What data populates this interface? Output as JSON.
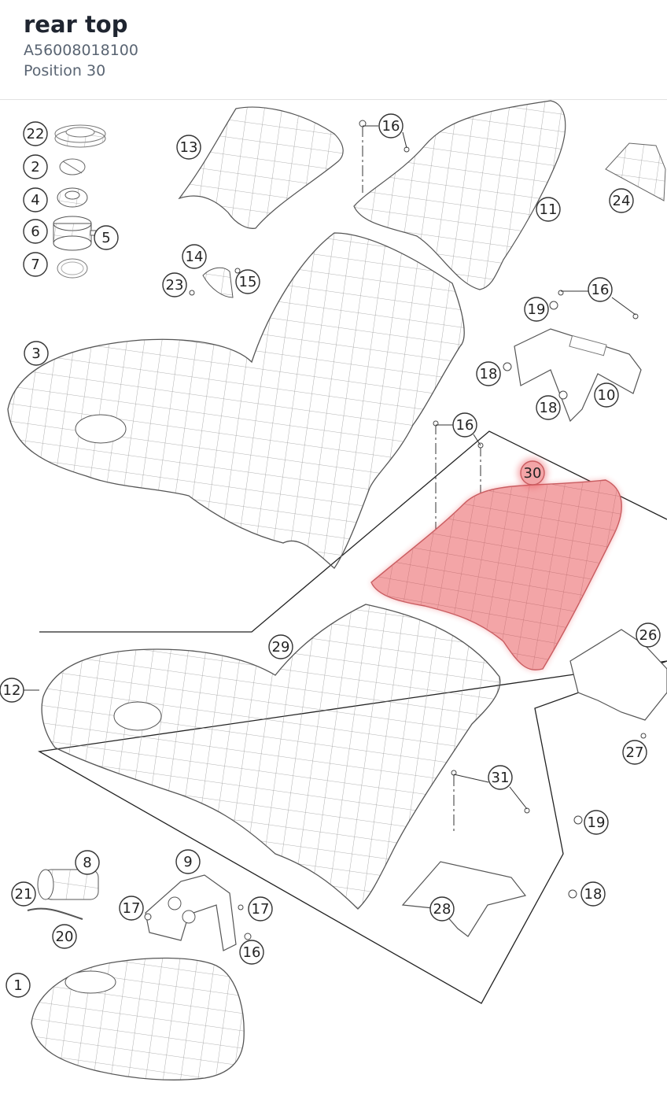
{
  "header": {
    "title": "rear top",
    "part_number": "A56008018100",
    "position_label": "Position 30"
  },
  "diagram": {
    "callouts": [
      "22",
      "2",
      "4",
      "6",
      "5",
      "7",
      "13",
      "16",
      "11",
      "24",
      "14",
      "23",
      "15",
      "3",
      "16",
      "19",
      "18",
      "10",
      "18",
      "16",
      "30",
      "26",
      "29",
      "12",
      "27",
      "31",
      "19",
      "8",
      "9",
      "21",
      "17",
      "17",
      "20",
      "16",
      "28",
      "18",
      "1"
    ],
    "highlighted_position": "30",
    "highlight_color": "#e8535a"
  }
}
